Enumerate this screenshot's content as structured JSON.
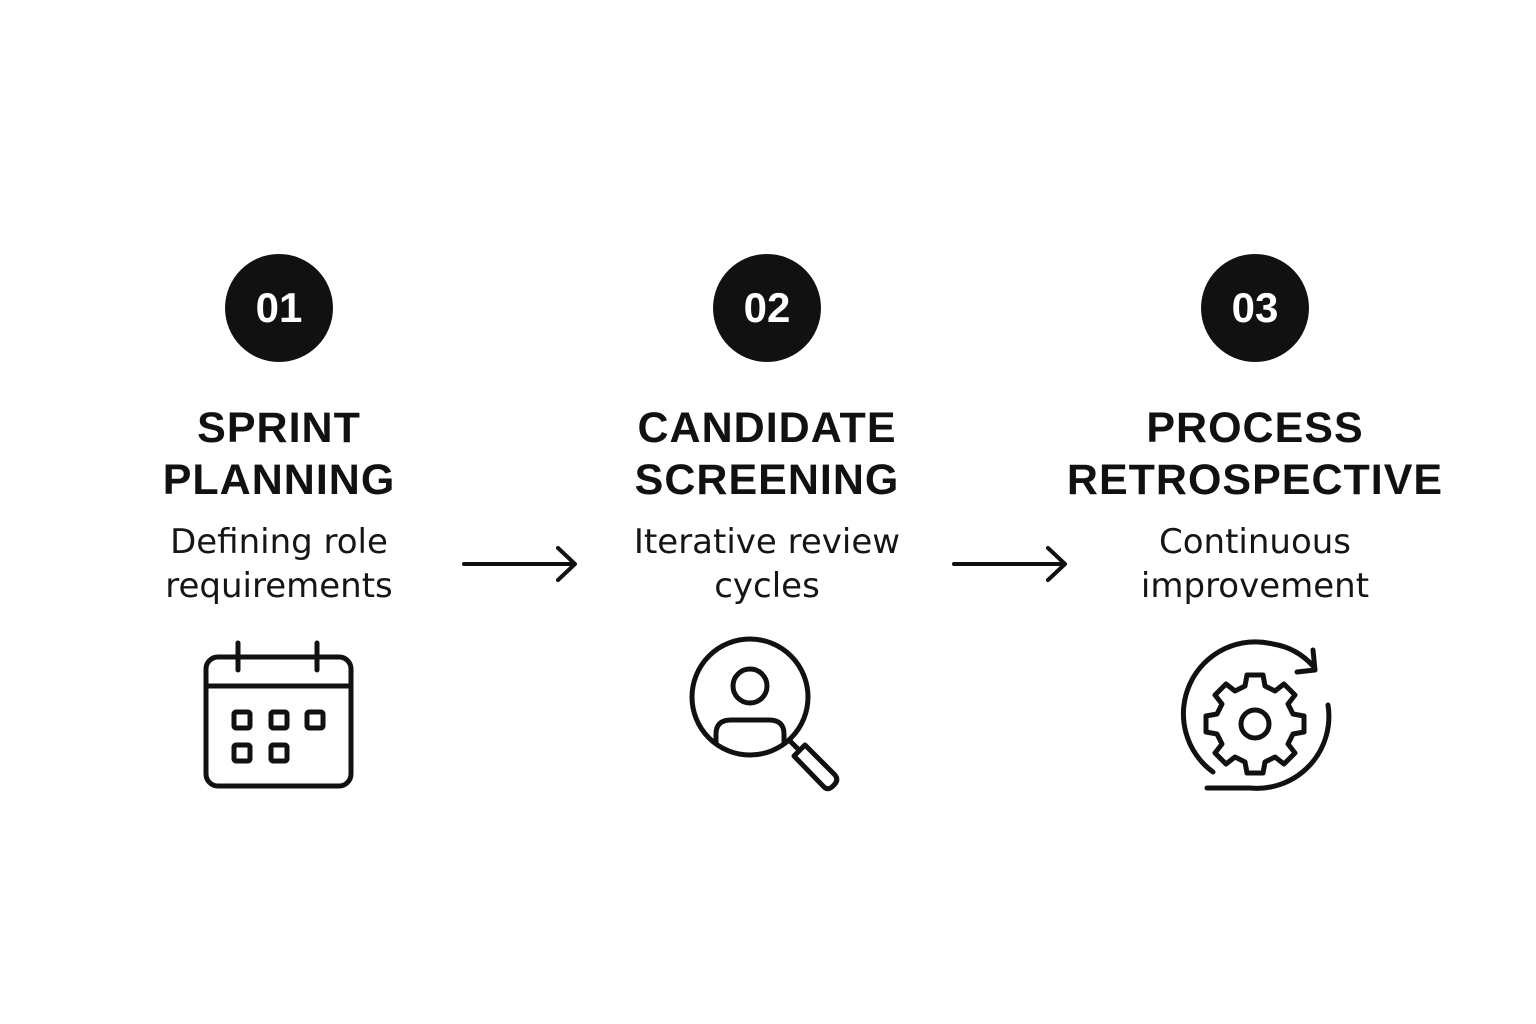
{
  "steps": [
    {
      "number": "01",
      "title_lines": [
        "SPRINT",
        "PLANNING"
      ],
      "description_lines": [
        "Defining role",
        "requirements"
      ],
      "icon": "calendar-icon"
    },
    {
      "number": "02",
      "title_lines": [
        "CANDIDATE",
        "SCREENING"
      ],
      "description_lines": [
        "Iterative review",
        "cycles"
      ],
      "icon": "person-search-icon"
    },
    {
      "number": "03",
      "title_lines": [
        "PROCESS",
        "RETROSPECTIVE"
      ],
      "description_lines": [
        "Continuous",
        "improvement"
      ],
      "icon": "gear-cycle-icon"
    }
  ],
  "connectors": [
    "arrow-right-icon",
    "arrow-right-icon"
  ],
  "colors": {
    "background": "#ffffff",
    "foreground": "#111111",
    "badge_text": "#ffffff"
  }
}
